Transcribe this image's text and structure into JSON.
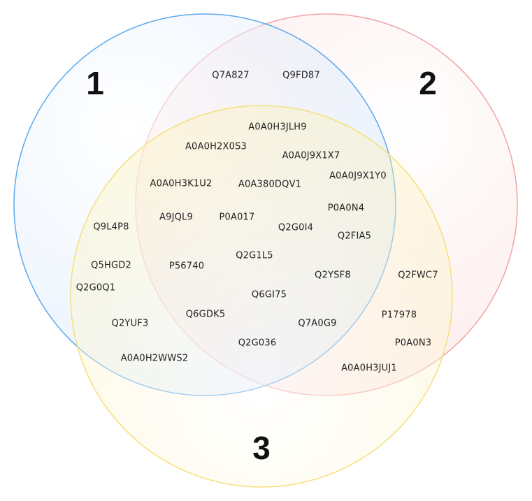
{
  "sets": [
    {
      "label": "1",
      "stroke": "#5ba8ee",
      "fill": "#dbeafe"
    },
    {
      "label": "2",
      "stroke": "#f2a3a3",
      "fill": "#fde2e2"
    },
    {
      "label": "3",
      "stroke": "#f5df7a",
      "fill": "#fdf3c4"
    }
  ],
  "items": [
    {
      "id": "only-1-2",
      "labels": [
        "Q7A827",
        "Q9FD87"
      ]
    },
    {
      "id": "all-three",
      "labels": [
        "A0A0H3JLH9",
        "A0A0H2X0S3",
        "A0A0J9X1X7",
        "A0A0H3K1U2",
        "A0A380DQV1",
        "A9JQL9",
        "P0A017",
        "Q2G0I4",
        "Q2G1L5",
        "P56740",
        "Q2YSF8",
        "Q6GI75",
        "Q6GDK5",
        "Q7A0G9",
        "Q2G036"
      ]
    },
    {
      "id": "only-2-3",
      "labels": [
        "A0A0J9X1Y0",
        "P0A0N4",
        "Q2FIA5",
        "Q2FWC7",
        "P17978",
        "P0A0N3",
        "A0A0H3JUJ1"
      ]
    },
    {
      "id": "only-1-3",
      "labels": [
        "Q9L4P8",
        "Q5HGD2",
        "Q2G0Q1",
        "Q2YUF3",
        "A0A0H2WWS2"
      ]
    }
  ]
}
